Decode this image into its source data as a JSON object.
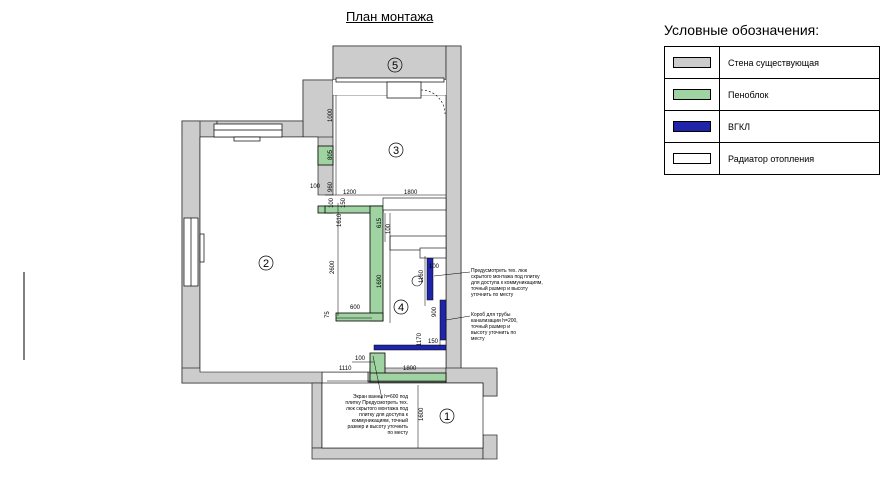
{
  "title": "План монтажа",
  "legend": {
    "title": "Условные обозначения:",
    "items": [
      {
        "label": "Стена существующая",
        "color": "#cccccc"
      },
      {
        "label": "Пеноблок",
        "color": "#9fd4a2"
      },
      {
        "label": "ВГКЛ",
        "color": "#1f24a8"
      },
      {
        "label": "Радиатор отопления",
        "color": "#ffffff"
      }
    ]
  },
  "rooms": [
    "1",
    "2",
    "3",
    "4",
    "5"
  ],
  "dims": [
    "1000",
    "805",
    "960",
    "100",
    "1200",
    "1800",
    "100",
    "150",
    "1610",
    "615",
    "100",
    "2600",
    "1690",
    "600",
    "75",
    "1160",
    "100",
    "900",
    "1170",
    "150",
    "100",
    "1110",
    "1800",
    "1600"
  ],
  "notes": {
    "note1": [
      "Предусмотреть тех. люк",
      "скрытого монтажа под плитку",
      "для доступа к коммуникациям,",
      "точный размер и высоту",
      "уточнить по месту"
    ],
    "note2": [
      "Короб для трубы",
      "канализации h=200,",
      "точный размер и",
      "высоту уточнить по",
      "месту"
    ],
    "note3": [
      "Экран ванны h=600 под",
      "плитку Предусмотреть тех.",
      "люк скрытого монтажа под",
      "плитку для доступа к",
      "коммуникациям, точный",
      "размер и высоту уточнить",
      "по месту"
    ]
  }
}
